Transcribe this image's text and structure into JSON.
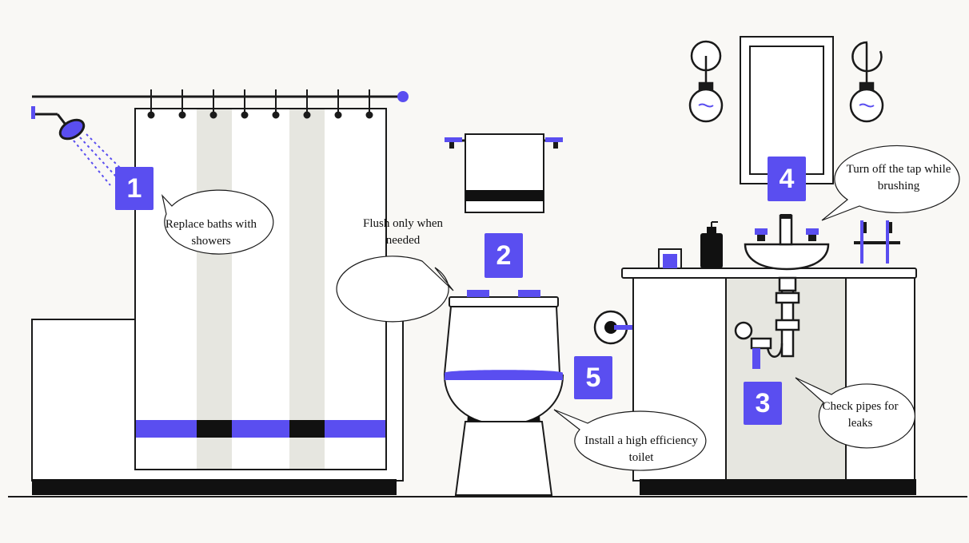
{
  "colors": {
    "accent": "#5a4ef0",
    "line": "#1a1a1a",
    "background": "#f9f8f5",
    "stripe": "#e6e6e0"
  },
  "badges": {
    "b1": "1",
    "b2": "2",
    "b3": "3",
    "b4": "4",
    "b5": "5"
  },
  "tips": {
    "shower": "Replace baths with showers",
    "flush": "Flush only when needed",
    "pipes": "Check pipes for leaks",
    "tap": "Turn off the tap while brushing",
    "toilet": "Install a high efficiency toilet"
  },
  "icons": [
    "shower-head-icon",
    "water-drop-icon",
    "wall-lamp-icon",
    "toothbrush-icon",
    "soap-dispenser-icon",
    "toilet-paper-icon"
  ]
}
